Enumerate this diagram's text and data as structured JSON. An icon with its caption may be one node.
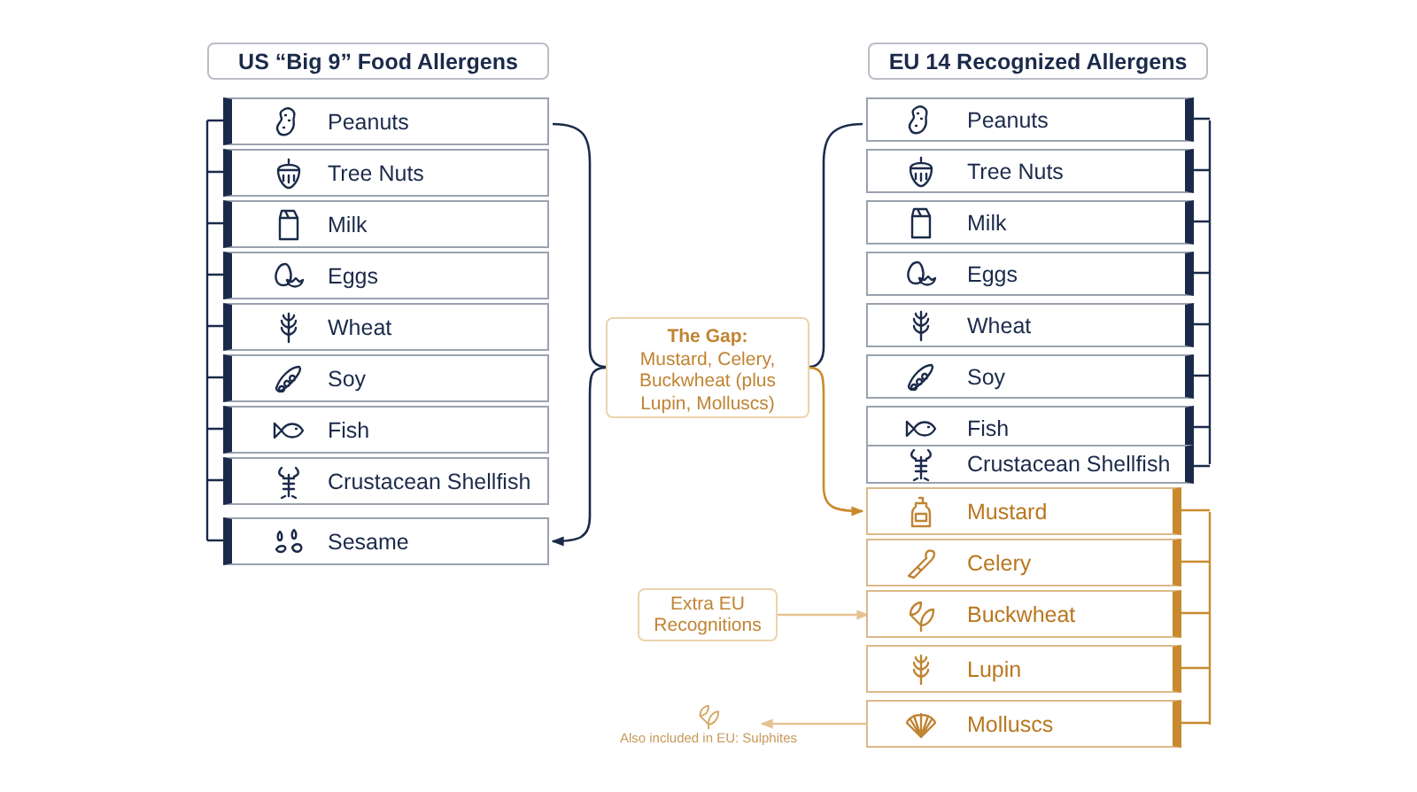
{
  "diagram": {
    "nodes": [
      {
        "text": [
          "US “Big 9” Food Allergens"
        ]
      },
      {
        "text": [
          "Peanuts"
        ]
      },
      {
        "text": [
          "Tree Nuts"
        ]
      },
      {
        "text": [
          "Milk"
        ]
      },
      {
        "text": [
          "Eggs"
        ]
      },
      {
        "text": [
          "Wheat"
        ]
      },
      {
        "text": [
          "Soy"
        ]
      },
      {
        "text": [
          "Fish"
        ]
      },
      {
        "text": [
          "Crustacean Shellfish"
        ]
      },
      {
        "text": [
          "Sesame"
        ]
      },
      {
        "text": [
          "EU 14 Recognized Allergens"
        ]
      },
      {
        "text": [
          "Peanuts"
        ]
      },
      {
        "text": [
          "Tree Nuts"
        ]
      },
      {
        "text": [
          "Milk"
        ]
      },
      {
        "text": [
          "Eggs"
        ]
      },
      {
        "text": [
          "Wheat"
        ]
      },
      {
        "text": [
          "Soy"
        ]
      },
      {
        "text": [
          "Fish"
        ]
      },
      {
        "text": [
          "Crustacean Shellfish"
        ]
      },
      {
        "text": [
          "Mustard"
        ]
      },
      {
        "text": [
          "Celery"
        ]
      },
      {
        "text": [
          "Buckwheat"
        ]
      },
      {
        "text": [
          "Lupin"
        ]
      },
      {
        "text": [
          "Molluscs"
        ]
      },
      {
        "text": [
          "The Gap:",
          "Mustard, Celery, Buckwheat (plus Lupin, Molluscs)"
        ]
      },
      {
        "text": [
          "Extra EU Recognitions"
        ]
      },
      {
        "text": [
          "Also included in EU: Sulphites"
        ]
      }
    ],
    "edges": [
      {
        "from": 24,
        "to": 9,
        "arrow": "to",
        "color": "#1b2a4a"
      },
      {
        "from": 24,
        "to": 19,
        "arrow": "to",
        "color": "#c98a2e"
      },
      {
        "from": 25,
        "to": 21,
        "arrow": "to",
        "color": "#e6c291"
      },
      {
        "from": 23,
        "to": 26,
        "arrow": "to",
        "color": "#e6c291"
      }
    ]
  }
}
